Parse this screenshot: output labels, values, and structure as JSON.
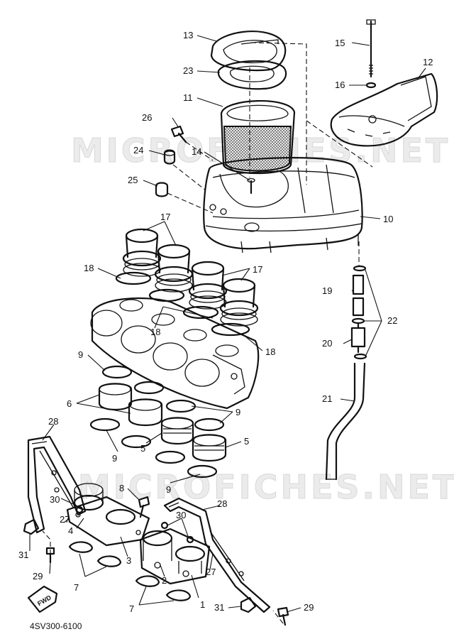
{
  "watermarks": [
    "MICROFICHES.NET",
    "MICROFICHES.NET"
  ],
  "diagram_code": "4SV300-6100",
  "fwd_label": "FWD",
  "callouts": {
    "c1": "1",
    "c2": "2",
    "c3": "3",
    "c4": "4",
    "c5a": "5",
    "c5b": "5",
    "c6": "6",
    "c7a": "7",
    "c7b": "7",
    "c8": "8",
    "c9a": "9",
    "c9b": "9",
    "c9c": "9",
    "c9d": "9",
    "c10": "10",
    "c11": "11",
    "c12": "12",
    "c13": "13",
    "c14": "14",
    "c15": "15",
    "c16": "16",
    "c17a": "17",
    "c17b": "17",
    "c18a": "18",
    "c18b": "18",
    "c18c": "18",
    "c19": "19",
    "c20": "20",
    "c21": "21",
    "c22": "22",
    "c23": "23",
    "c24": "24",
    "c25": "25",
    "c26": "26",
    "c27a": "27",
    "c27b": "27",
    "c28a": "28",
    "c28b": "28",
    "c29a": "29",
    "c29b": "29",
    "c30a": "30",
    "c30b": "30",
    "c31a": "31",
    "c31b": "31"
  }
}
